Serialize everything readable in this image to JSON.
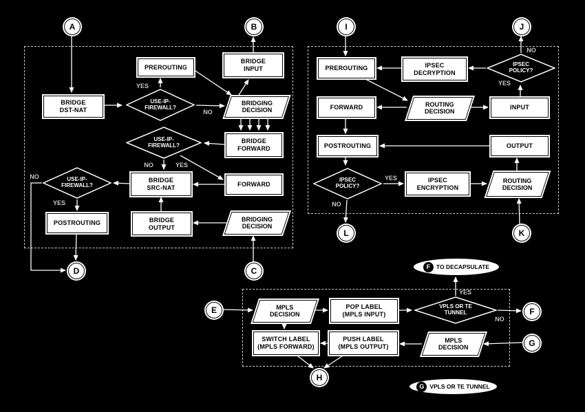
{
  "labels": {
    "yes": "YES",
    "no": "NO"
  },
  "connectors": {
    "a": "A",
    "b": "B",
    "c": "C",
    "d": "D",
    "e": "E",
    "f": "F",
    "g": "G",
    "h": "H",
    "i": "I",
    "j": "J",
    "k": "K",
    "l": "L"
  },
  "bridge": {
    "prerouting": "PREROUTING",
    "bridge_input": {
      "l1": "BRIDGE",
      "l2": "INPUT"
    },
    "bridge_dst_nat": {
      "l1": "BRIDGE",
      "l2": "DST-NAT"
    },
    "use_ip_firewall": {
      "l1": "USE-IP-",
      "l2": "FIREWALL?"
    },
    "bridging_decision": {
      "l1": "BRIDGING",
      "l2": "DECISION"
    },
    "bridge_forward": {
      "l1": "BRIDGE",
      "l2": "FORWARD"
    },
    "bridge_src_nat": {
      "l1": "BRIDGE",
      "l2": "SRC-NAT"
    },
    "forward": "FORWARD",
    "postrouting": "POSTROUTING",
    "bridge_output": {
      "l1": "BRIDGE",
      "l2": "OUTPUT"
    }
  },
  "ip": {
    "prerouting": "PREROUTING",
    "ipsec_decryption": {
      "l1": "IPSEC",
      "l2": "DECRYPTION"
    },
    "ipsec_policy": {
      "l1": "IPSEC",
      "l2": "POLICY?"
    },
    "forward": "FORWARD",
    "routing_decision": {
      "l1": "ROUTING",
      "l2": "DECISION"
    },
    "input": "INPUT",
    "postrouting": "POSTROUTING",
    "output": "OUTPUT",
    "ipsec_encryption": {
      "l1": "IPSEC",
      "l2": "ENCRYPTION"
    }
  },
  "mpls": {
    "decapsulate_note": "TO DECAPSULATE",
    "mpls_decision": {
      "l1": "MPLS",
      "l2": "DECISION"
    },
    "pop_label": {
      "l1": "POP LABEL",
      "l2": "(MPLS INPUT)"
    },
    "vpls_te_tunnel": {
      "l1": "VPLS OR TE",
      "l2": "TUNNEL"
    },
    "switch_label": {
      "l1": "SWITCH LABEL",
      "l2": "(MPLS FORWARD)"
    },
    "push_label": {
      "l1": "PUSH LABEL",
      "l2": "(MPLS OUTPUT)"
    },
    "vpls_note": "VPLS OR TE TUNNEL"
  },
  "colors": {
    "background": "#000000",
    "node_fill": "#ffffff",
    "node_text": "#000000",
    "decision_fill": "#000000",
    "decision_text": "#ffffff",
    "line": "#ffffff",
    "edge_label": "#c8c8c8"
  }
}
